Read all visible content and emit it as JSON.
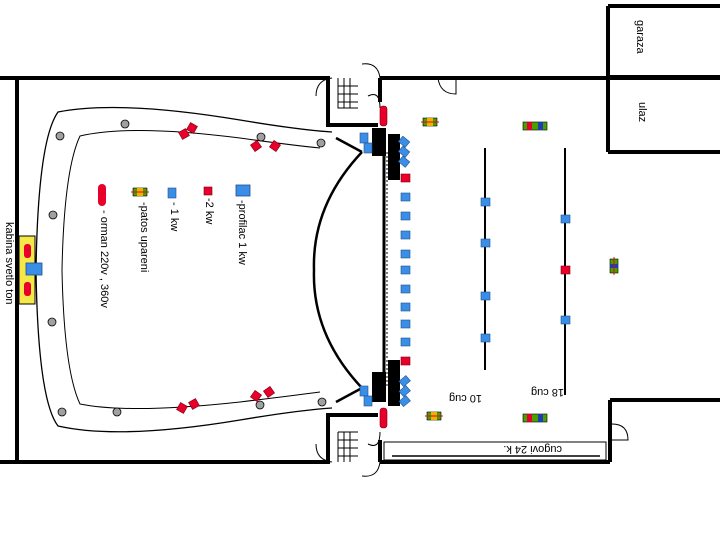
{
  "labels": {
    "garage": "garaza",
    "entrance": "ulaz",
    "booth": "kabina svetlo ton",
    "bars_24": "cugovi 24 k.",
    "bars_10": "10 cug",
    "bars_18": "18 cug"
  },
  "legend": {
    "profile_light": "-profilac 1 kw",
    "light_2kw": "-2 kw",
    "light_1kw": "- 1 kw",
    "paired_par": "-patos upareni",
    "power_cabinet": "- orman 220v , 360v"
  },
  "colors": {
    "profile_blue": "#3a8ee6",
    "red": "#e8002a",
    "gray_fixture": "#a0a0a0",
    "booth_yellow": "#f7e84a",
    "wall": "#000000"
  }
}
